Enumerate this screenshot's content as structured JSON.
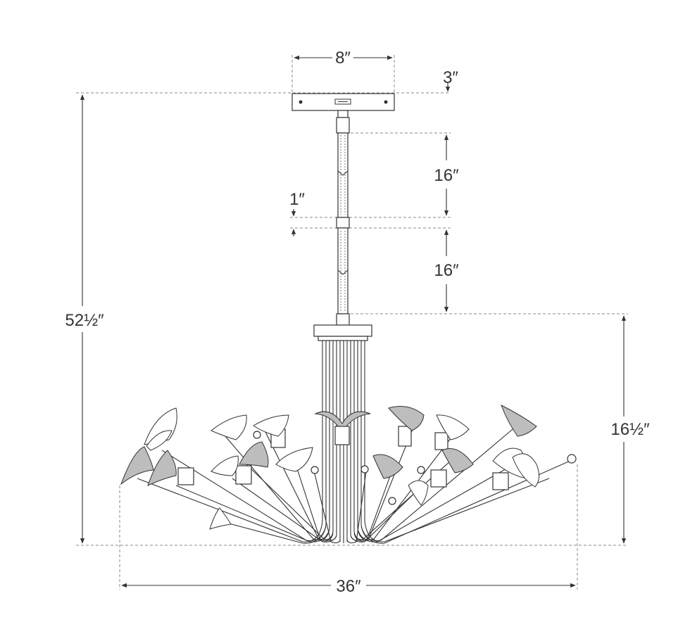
{
  "dimensions": {
    "canopy_width": "8″",
    "canopy_height": "3″",
    "stem_upper": "16″",
    "coupling": "1″",
    "stem_lower": "16″",
    "overall_height": "52½″",
    "fixture_height": "16½″",
    "fixture_width": "36″"
  }
}
